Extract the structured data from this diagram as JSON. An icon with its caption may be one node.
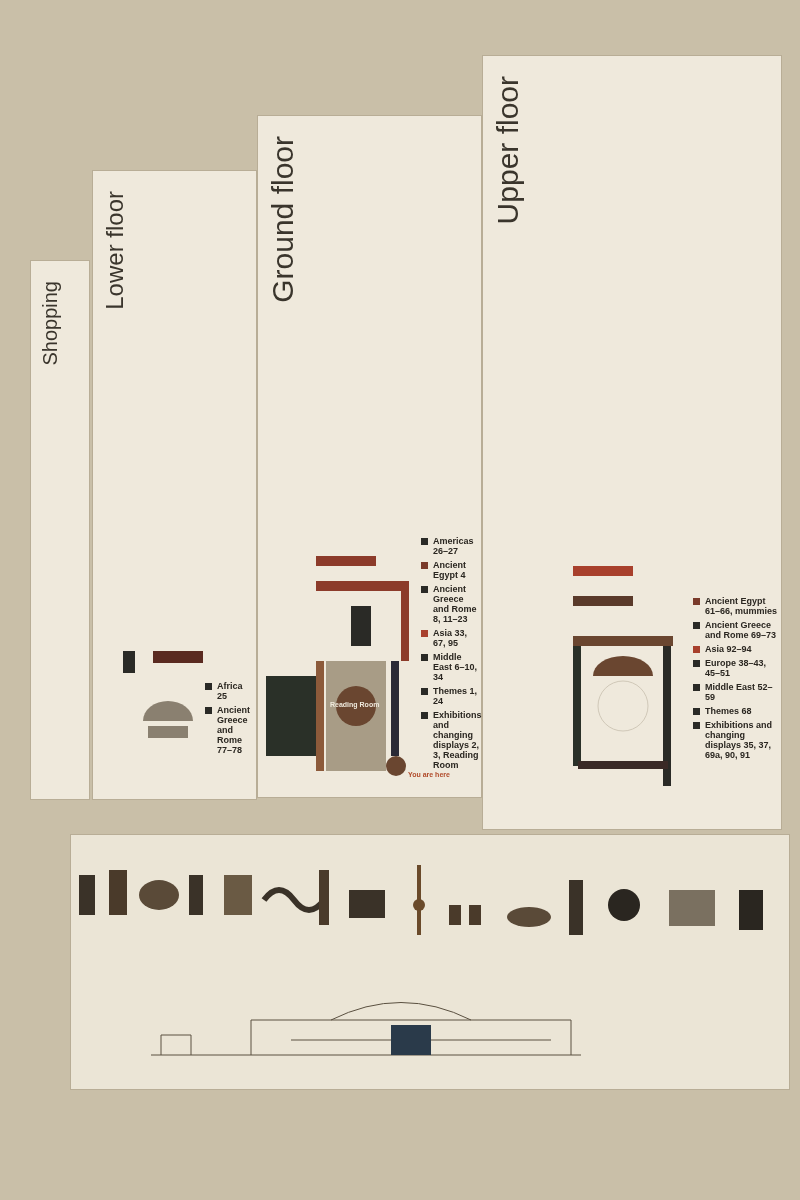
{
  "diagram": {
    "nodes": [
      {
        "text": [
          "Shopping"
        ]
      },
      {
        "text": [
          "Lower floor"
        ]
      },
      {
        "text": [
          "Ground floor"
        ]
      },
      {
        "text": [
          "Upper floor"
        ]
      }
    ],
    "labels": [
      "Reading Room",
      "You are here"
    ],
    "legend": [
      {
        "text": "Africa 25",
        "color": "#2a2a26"
      },
      {
        "text": "Ancient Greece and Rome 77–78",
        "color": "#2a2a26"
      },
      {
        "text": "Americas 26–27",
        "color": "#2a2a26"
      },
      {
        "text": "Ancient Egypt 4",
        "color": "#7a3a2a"
      },
      {
        "text": "Ancient Greece and Rome 8, 11–23",
        "color": "#2a2a26"
      },
      {
        "text": "Asia 33, 67, 95",
        "color": "#a8402c"
      },
      {
        "text": "Middle East 6–10, 34",
        "color": "#2a2a26"
      },
      {
        "text": "Themes 1, 24",
        "color": "#2a2a26"
      },
      {
        "text": "Exhibitions and changing displays 2, 3, Reading Room",
        "color": "#2a2a26"
      },
      {
        "text": "Ancient Egypt 61–66, mummies",
        "color": "#7a3a2a"
      },
      {
        "text": "Ancient Greece and Rome 69–73",
        "color": "#2a2a26"
      },
      {
        "text": "Asia 92–94",
        "color": "#a8402c"
      },
      {
        "text": "Europe 38–43, 45–51",
        "color": "#2a2a26"
      },
      {
        "text": "Middle East 52–59",
        "color": "#2a2a26"
      },
      {
        "text": "Themes 68",
        "color": "#2a2a26"
      },
      {
        "text": "Exhibitions and changing displays 35, 37, 69a, 90, 91",
        "color": "#2a2a26"
      }
    ]
  }
}
